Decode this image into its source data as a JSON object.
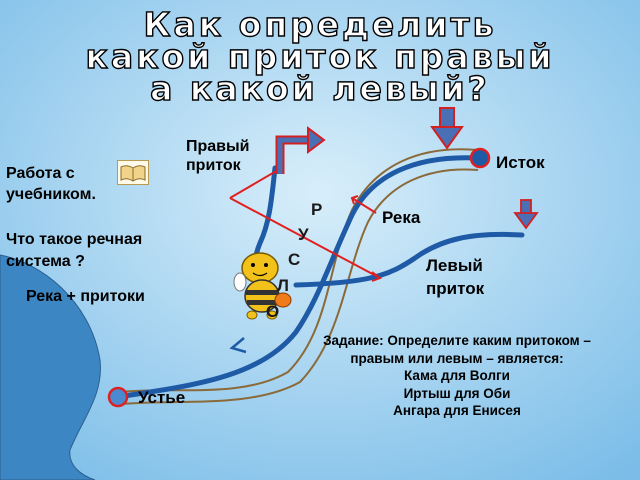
{
  "title": {
    "line1": "Как определить",
    "line2": "какой приток правый",
    "line3": "а какой левый?"
  },
  "labels": {
    "right_tributary": "Правый\nприток",
    "source": "Исток",
    "river": "Река",
    "left_tributary": "Левый\nприток",
    "mouth": "Устье",
    "textbook_work": "Работа с\nучебником.",
    "question": "Что такое речная\nсистема ?",
    "answer": "Река + притоки"
  },
  "river_letters": [
    "Р",
    "У",
    "С",
    "Л",
    "О"
  ],
  "task": {
    "heading": "Задание: Определите каким притоком – правым или левым – является:",
    "items": [
      "Кама для Волги",
      "Иртыш для Оби",
      "Ангара для Енисея"
    ]
  },
  "colors": {
    "background": "#8fc8ec",
    "sea": "#3d86c4",
    "river": "#1f5aa6",
    "banks": "#8a6a3a",
    "arrow_fill": "#4a6fb5",
    "arrow_outline": "#d42020",
    "marker_line": "#e02020"
  },
  "icons": [
    "open-book-icon",
    "bee-character-icon",
    "down-arrow-icon",
    "hook-arrow-icon"
  ]
}
